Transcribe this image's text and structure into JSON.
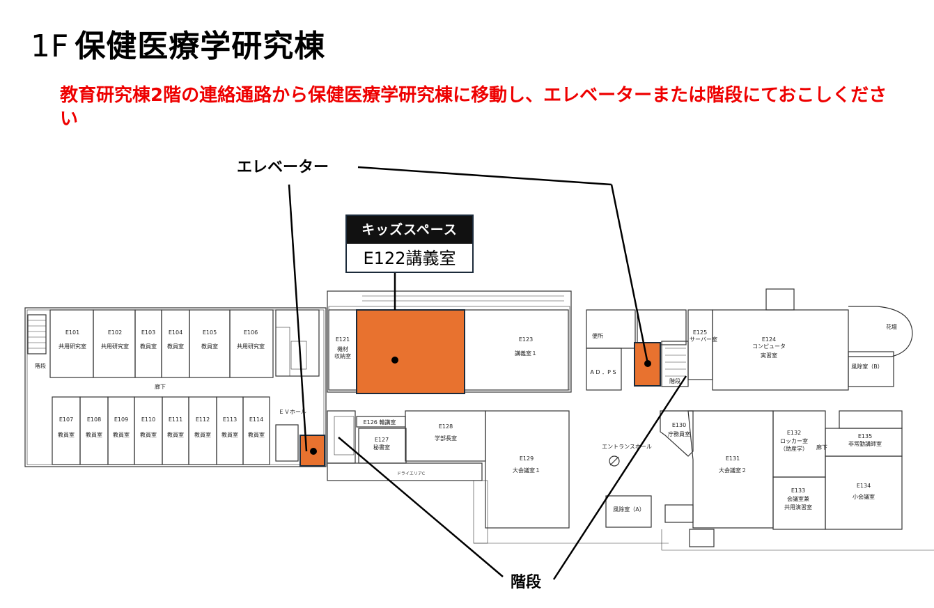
{
  "header": {
    "floor": "1F",
    "building": "保健医療学研究棟"
  },
  "notice": "教育研究棟2階の連絡通路から保健医療学研究棟に移動し、エレベーターまたは階段にておこしください",
  "callouts": {
    "elevator": "エレベーター",
    "stairs": "階段"
  },
  "kids_space": {
    "header": "キッズスペース",
    "room": "E122講義室"
  },
  "colors": {
    "highlight": "#e8722f",
    "notice": "#ee0000",
    "kids_header_bg": "#111111"
  },
  "rooms": {
    "e101": {
      "no": "E101",
      "sub": "共用研究室"
    },
    "e102": {
      "no": "E102",
      "sub": "共用研究室"
    },
    "e103": {
      "no": "E103",
      "sub": "教員室"
    },
    "e104": {
      "no": "E104",
      "sub": "教員室"
    },
    "e105": {
      "no": "E105",
      "sub": "教員室"
    },
    "e106": {
      "no": "E106",
      "sub": "共用研究室"
    },
    "e107": {
      "no": "E107",
      "sub": "教員室"
    },
    "e108": {
      "no": "E108",
      "sub": "教員室"
    },
    "e109": {
      "no": "E109",
      "sub": "教員室"
    },
    "e110": {
      "no": "E110",
      "sub": "教員室"
    },
    "e111": {
      "no": "E111",
      "sub": "教員室"
    },
    "e112": {
      "no": "E112",
      "sub": "教員室"
    },
    "e113": {
      "no": "E113",
      "sub": "教員室"
    },
    "e114": {
      "no": "E114",
      "sub": "教員室"
    },
    "e121": {
      "no": "E121",
      "sub1": "機材",
      "sub2": "収納室"
    },
    "e123": {
      "no": "E123",
      "sub": "講義室１"
    },
    "e124": {
      "no": "E124",
      "sub1": "コンピュータ",
      "sub2": "実習室"
    },
    "e125": {
      "no": "E125",
      "sub": "サーバー室"
    },
    "e126": {
      "no": "E126",
      "sub": "輪講室"
    },
    "e127": {
      "no": "E127",
      "sub": "秘書室"
    },
    "e128": {
      "no": "E128",
      "sub": "学部長室"
    },
    "e129": {
      "no": "E129",
      "sub": "大会議室１"
    },
    "e130": {
      "no": "E130",
      "sub": "庁務員室"
    },
    "e131": {
      "no": "E131",
      "sub": "大会議室２"
    },
    "e132": {
      "no": "E132",
      "sub1": "ロッカー室",
      "sub2": "（助産学）"
    },
    "e133": {
      "no": "E133",
      "sub1": "会議室兼",
      "sub2": "共用演習室"
    },
    "e134": {
      "no": "E134",
      "sub": "小会議室"
    },
    "e135": {
      "no": "E135",
      "sub": "非常勤講師室"
    }
  },
  "labels": {
    "corridor_west": "廊下",
    "corridor_east": "廊下",
    "ev_hall": "ＥＶホール",
    "stairs_west": "階段",
    "stairs_small": "階段",
    "entrance_hall": "エントランスホール",
    "windbreak_a": "風除室（A）",
    "windbreak_b": "風除室（B）",
    "ad_ps": "A D ．P S",
    "toilet": "便所",
    "flower_bed": "花壇",
    "dry_area": "ドライエリアC"
  }
}
